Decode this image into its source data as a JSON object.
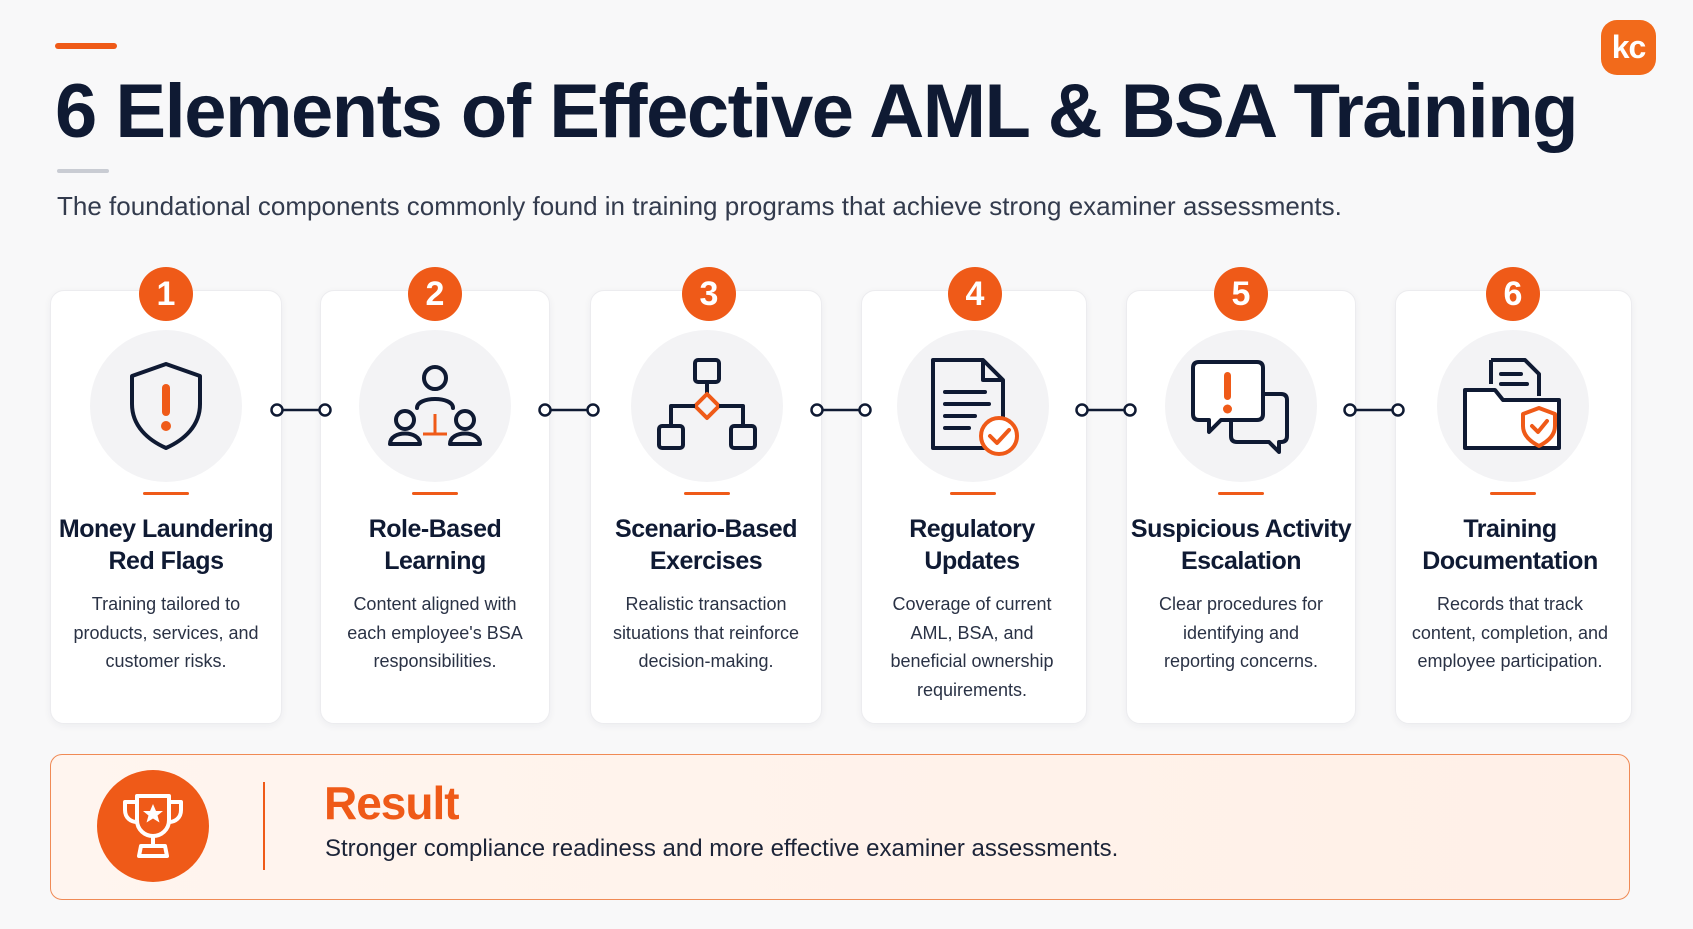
{
  "header": {
    "title": "6 Elements of Effective AML & BSA Training",
    "subtitle": "The foundational components commonly found in training programs that achieve strong examiner assessments.",
    "logo_text": "kc"
  },
  "colors": {
    "accent": "#ef5a18",
    "navy": "#0f1a33",
    "background": "#f8f8f9"
  },
  "elements": [
    {
      "number": "1",
      "icon": "shield-alert-icon",
      "title_line1": "Money Laundering",
      "title_line2": "Red Flags",
      "desc_line1": "Training tailored to",
      "desc_line2": "products, services, and",
      "desc_line3": "customer risks.",
      "desc_line4": ""
    },
    {
      "number": "2",
      "icon": "team-hierarchy-icon",
      "title_line1": "Role-Based",
      "title_line2": "Learning",
      "desc_line1": "Content aligned with",
      "desc_line2": "each employee's BSA",
      "desc_line3": "responsibilities.",
      "desc_line4": ""
    },
    {
      "number": "3",
      "icon": "decision-flowchart-icon",
      "title_line1": "Scenario-Based",
      "title_line2": "Exercises",
      "desc_line1": "Realistic transaction",
      "desc_line2": "situations that reinforce",
      "desc_line3": "decision-making.",
      "desc_line4": ""
    },
    {
      "number": "4",
      "icon": "document-check-icon",
      "title_line1": "Regulatory",
      "title_line2": "Updates",
      "desc_line1": "Coverage of current",
      "desc_line2": "AML, BSA, and",
      "desc_line3": "beneficial ownership",
      "desc_line4": "requirements."
    },
    {
      "number": "5",
      "icon": "alert-chat-icon",
      "title_line1": "Suspicious Activity",
      "title_line2": "Escalation",
      "desc_line1": "Clear procedures for",
      "desc_line2": "identifying and",
      "desc_line3": "reporting concerns.",
      "desc_line4": ""
    },
    {
      "number": "6",
      "icon": "secure-folder-icon",
      "title_line1": "Training",
      "title_line2": "Documentation",
      "desc_line1": "Records that track",
      "desc_line2": "content, completion, and",
      "desc_line3": "employee participation.",
      "desc_line4": ""
    }
  ],
  "result": {
    "icon": "trophy-icon",
    "title": "Result",
    "text": "Stronger compliance readiness and more effective examiner assessments."
  }
}
